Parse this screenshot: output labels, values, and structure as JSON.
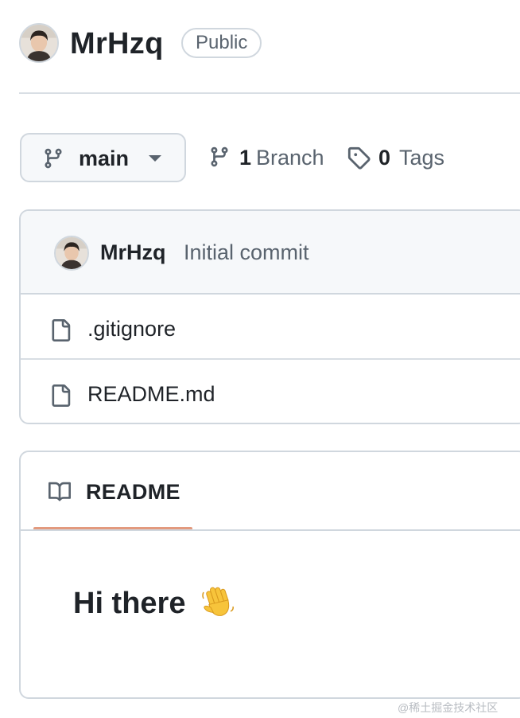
{
  "repo": {
    "owner": "MrHzq",
    "visibility": "Public"
  },
  "branch": {
    "current": "main",
    "branch_count": "1",
    "branch_label": "Branch",
    "tag_count": "0",
    "tag_label": "Tags"
  },
  "latest_commit": {
    "author": "MrHzq",
    "message": "Initial commit"
  },
  "files": [
    {
      "name": ".gitignore",
      "icon": "file-icon"
    },
    {
      "name": "README.md",
      "icon": "file-icon"
    }
  ],
  "readme": {
    "tab_label": "README",
    "tab_icon": "book-icon",
    "heading": "Hi there",
    "heading_icon": "waving-hand-icon"
  },
  "watermark": "@稀土掘金技术社区",
  "colors": {
    "text": "#1f2328",
    "muted": "#59636e",
    "border": "#d0d7de",
    "active_tab_underline": "#e39a7e"
  }
}
